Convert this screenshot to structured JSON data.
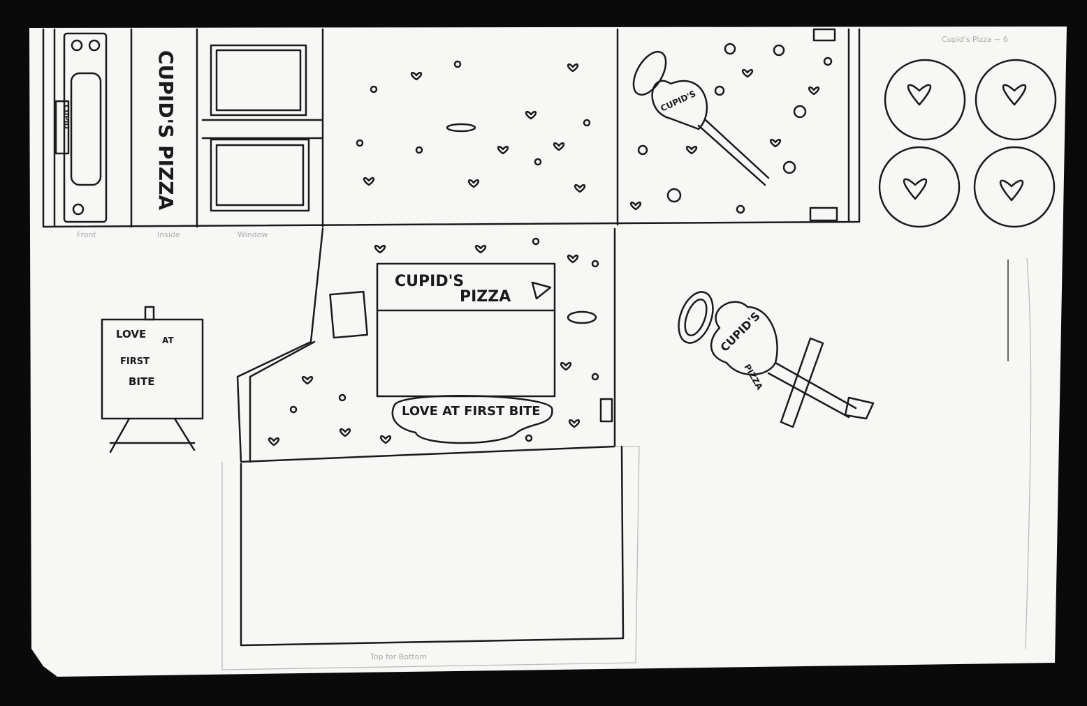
{
  "sketch": {
    "corner_note": "Cupid's Pizza ~ 6",
    "panel_labels": [
      "Front",
      "Inside",
      "Window"
    ],
    "bottom_label": "Top for Bottom",
    "brand_side": "CUPID'S PIZZA",
    "brand_lid_line1": "CUPID'S",
    "brand_lid_line2": "PIZZA",
    "slogan_easel": [
      "LOVE",
      "AT",
      "FIRST",
      "BITE"
    ],
    "slogan_lid": "LOVE AT FIRST BITE",
    "lollipop_line1": "CUPID'S",
    "lollipop_line2": "PIZZA",
    "side_tab": "CUPID",
    "colors": {
      "paper": "#f7f7f5",
      "ink": "#1a1a1a",
      "background": "#0a0a0a"
    }
  }
}
